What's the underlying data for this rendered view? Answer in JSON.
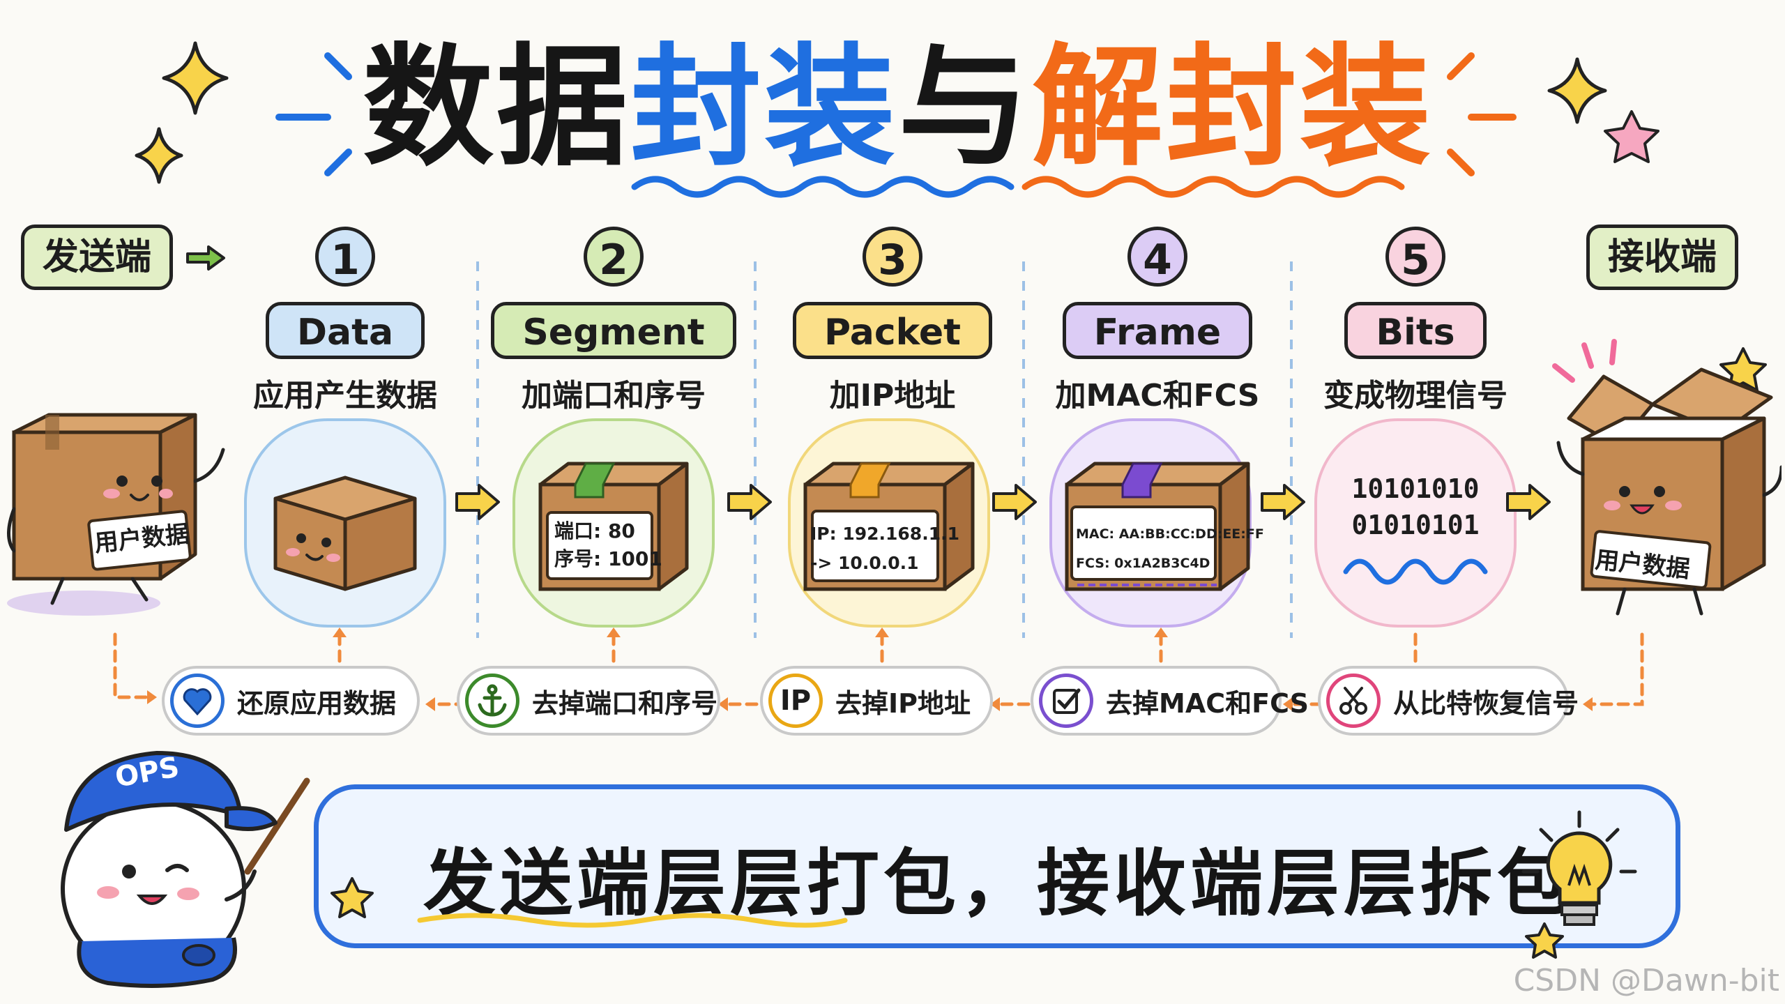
{
  "title": {
    "part1": "数据",
    "part2": "封装",
    "part3": "与",
    "part4": "解封装"
  },
  "sender_label": "发送端",
  "receiver_label": "接收端",
  "steps": [
    {
      "num": "1",
      "name": "Data",
      "desc": "应用产生数据",
      "color": "#cfe4f7",
      "border": "#6aa8dd"
    },
    {
      "num": "2",
      "name": "Segment",
      "desc": "加端口和序号",
      "color": "#d6ebb5",
      "border": "#8cc24c",
      "box_line1": "端口: 80",
      "box_line2": "序号: 1001"
    },
    {
      "num": "3",
      "name": "Packet",
      "desc": "加IP地址",
      "color": "#fbe08a",
      "border": "#f0c13a",
      "box_line1": "IP: 192.168.1.1",
      "box_line2": "-> 10.0.0.1"
    },
    {
      "num": "4",
      "name": "Frame",
      "desc": "加MAC和FCS",
      "color": "#dcccf5",
      "border": "#9c7be0",
      "box_line1": "MAC: AA:BB:CC:DD:EE:FF",
      "box_line2": "FCS: 0x1A2B3C4D"
    },
    {
      "num": "5",
      "name": "Bits",
      "desc": "变成物理信号",
      "color": "#f9d3df",
      "border": "#f097b6",
      "bits_line1": "10101010",
      "bits_line2": "01010101"
    }
  ],
  "left_box_label": "用户数据",
  "right_box_label": "用户数据",
  "decap": [
    {
      "icon": "heart-icon",
      "text": "还原应用数据",
      "color": "#2a6fd6"
    },
    {
      "icon": "anchor-icon",
      "text": "去掉端口和序号",
      "color": "#3c8a2b"
    },
    {
      "icon": "ip-icon",
      "icon_text": "IP",
      "text": "去掉IP地址",
      "color": "#e9a714"
    },
    {
      "icon": "checkbox-icon",
      "text": "去掉MAC和FCS",
      "color": "#7a4fcf"
    },
    {
      "icon": "scissors-icon",
      "text": "从比特恢复信号",
      "color": "#e0457b"
    }
  ],
  "mascot_cap": "OPS",
  "banner_text": "发送端层层打包，接收端层层拆包",
  "watermark": "CSDN @Dawn-bit",
  "colors": {
    "blue": "#1f6fe0",
    "orange": "#f26a18",
    "arrow_yellow": "#f8d34a",
    "dash_orange": "#f08a3c"
  }
}
